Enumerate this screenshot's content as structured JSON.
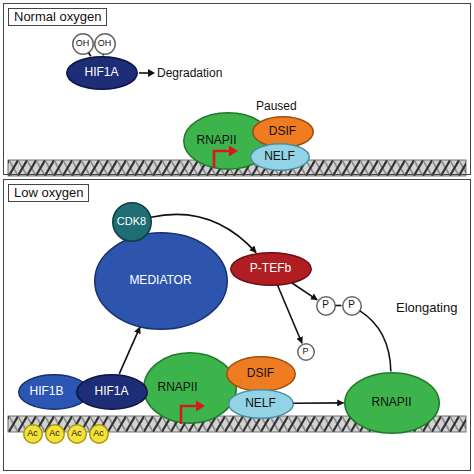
{
  "diagram": {
    "nodes": [
      {
        "text": [
          "Normal oxygen"
        ]
      },
      {
        "text": [
          "OH"
        ],
        "in": 0
      },
      {
        "text": [
          "OH"
        ],
        "in": 0
      },
      {
        "text": [
          "HIF1A"
        ],
        "in": 0
      },
      {
        "text": [
          "RNAPII"
        ],
        "in": 0
      },
      {
        "text": [
          "DSIF"
        ],
        "in": 0
      },
      {
        "text": [
          "NELF"
        ],
        "in": 0
      },
      {
        "text": [
          "Low oxygen"
        ]
      },
      {
        "text": [
          "CDK8"
        ],
        "in": 7
      },
      {
        "text": [
          "MEDIATOR"
        ],
        "in": 7
      },
      {
        "text": [
          "P-TEFb"
        ],
        "in": 7
      },
      {
        "text": [
          "P"
        ],
        "in": 7
      },
      {
        "text": [
          "P"
        ],
        "in": 7
      },
      {
        "text": [
          "RNAPII"
        ],
        "in": 7
      },
      {
        "text": [
          "DSIF"
        ],
        "in": 7
      },
      {
        "text": [
          "P"
        ],
        "in": 7
      },
      {
        "text": [
          "NELF"
        ],
        "in": 7
      },
      {
        "text": [
          "RNAPII"
        ],
        "in": 7
      },
      {
        "text": [
          "HIF1B"
        ],
        "in": 7
      },
      {
        "text": [
          "HIF1A"
        ],
        "in": 7
      },
      {
        "text": [
          "Ac"
        ],
        "in": 7
      },
      {
        "text": [
          "Ac"
        ],
        "in": 7
      },
      {
        "text": [
          "Ac"
        ],
        "in": 7
      },
      {
        "text": [
          "Ac"
        ],
        "in": 7
      }
    ],
    "edges": [
      {
        "from": 1,
        "to": 3,
        "arrow": "none"
      },
      {
        "from": 2,
        "to": 3,
        "arrow": "none"
      },
      {
        "from": 8,
        "to": 10,
        "arrow": "to"
      },
      {
        "from": 10,
        "to": 11,
        "arrow": "to"
      },
      {
        "from": 10,
        "to": 15,
        "arrow": "to"
      },
      {
        "from": 11,
        "to": 12,
        "arrow": "none"
      },
      {
        "from": 12,
        "to": 17,
        "arrow": "none"
      },
      {
        "from": 19,
        "to": 9,
        "arrow": "to"
      },
      {
        "from": 16,
        "to": 17,
        "arrow": "to"
      }
    ],
    "labels": [
      "Degradation",
      "Paused",
      "Elongating"
    ]
  }
}
